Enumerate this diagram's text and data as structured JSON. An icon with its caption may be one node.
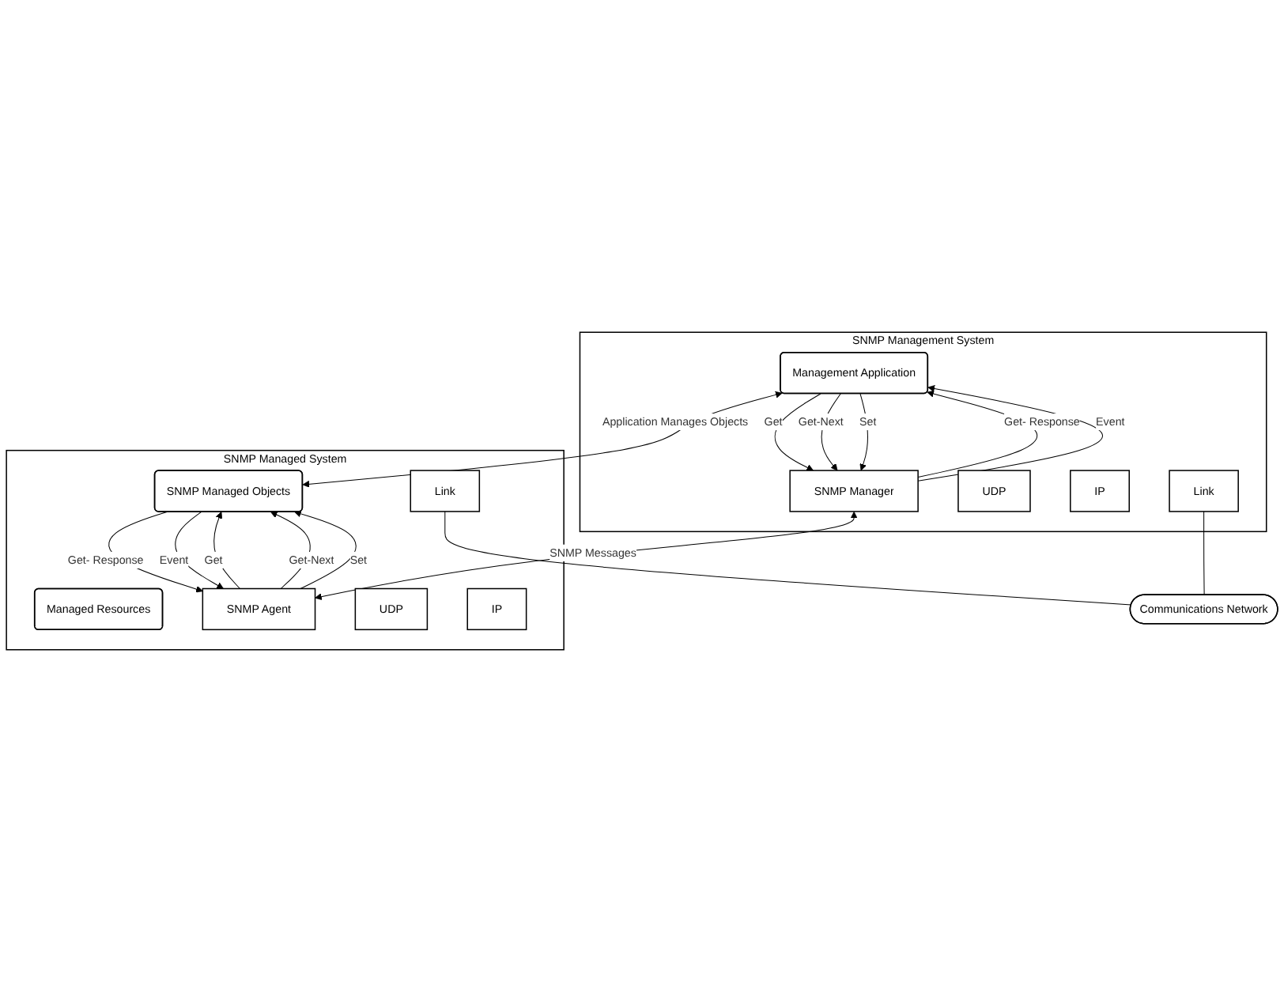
{
  "diagram": {
    "nodes": [
      {
        "text": [
          "SNMP Management System"
        ]
      },
      {
        "text": [
          "Management Application"
        ],
        "in": 0
      },
      {
        "text": [
          "SNMP Manager"
        ],
        "in": 0
      },
      {
        "text": [
          "UDP"
        ],
        "in": 0
      },
      {
        "text": [
          "IP"
        ],
        "in": 0
      },
      {
        "text": [
          "Link"
        ],
        "in": 0
      },
      {
        "text": [
          "SNMP Managed System"
        ]
      },
      {
        "text": [
          "Managed Resources"
        ],
        "in": 6
      },
      {
        "text": [
          "SNMP Managed Objects"
        ],
        "in": 6
      },
      {
        "text": [
          "SNMP Agent"
        ],
        "in": 6
      },
      {
        "text": [
          "UDP"
        ],
        "in": 6
      },
      {
        "text": [
          "IP"
        ],
        "in": 6
      },
      {
        "text": [
          "Link"
        ],
        "in": 6
      },
      {
        "text": [
          "Communications Network"
        ]
      }
    ],
    "edges": [
      {
        "from": 1,
        "to": 8,
        "arrow": "both",
        "label": "Application Manages Objects"
      },
      {
        "from": 1,
        "to": 2,
        "arrow": "to",
        "label": "Get"
      },
      {
        "from": 1,
        "to": 2,
        "arrow": "to",
        "label": "Get-Next"
      },
      {
        "from": 1,
        "to": 2,
        "arrow": "to",
        "label": "Set"
      },
      {
        "from": 2,
        "to": 1,
        "arrow": "to",
        "label": "Get- Response"
      },
      {
        "from": 2,
        "to": 1,
        "arrow": "to",
        "label": "Event"
      },
      {
        "from": 9,
        "to": 8,
        "arrow": "to",
        "label": "Get"
      },
      {
        "from": 9,
        "to": 8,
        "arrow": "to",
        "label": "Get-Next"
      },
      {
        "from": 9,
        "to": 8,
        "arrow": "to",
        "label": "Set"
      },
      {
        "from": 8,
        "to": 9,
        "arrow": "to",
        "label": "Get- Response"
      },
      {
        "from": 8,
        "to": 9,
        "arrow": "to",
        "label": "Event"
      },
      {
        "from": 2,
        "to": 9,
        "arrow": "both",
        "label": "SNMP Messages"
      },
      {
        "from": 5,
        "to": 13,
        "arrow": "none"
      },
      {
        "from": 12,
        "to": 13,
        "arrow": "none"
      }
    ]
  }
}
